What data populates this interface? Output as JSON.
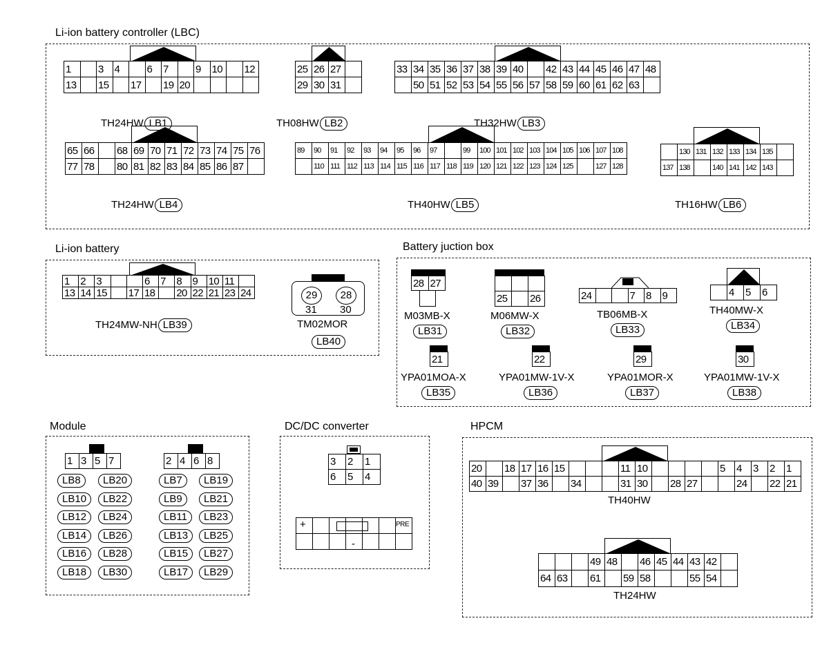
{
  "sections": {
    "lbc": "Li-ion battery controller (LBC)",
    "liion": "Li-ion battery",
    "bjb": "Battery juction box",
    "module": "Module",
    "dcdc": "DC/DC converter",
    "hpcm": "HPCM"
  },
  "connectors": {
    "lb1": {
      "name": "TH24HW",
      "tag": "LB1",
      "rows": [
        [
          "1",
          "",
          "3",
          "4",
          "",
          "6",
          "7",
          "",
          "9",
          "10",
          "",
          "12"
        ],
        [
          "13",
          "",
          "15",
          "",
          "17",
          "",
          "19",
          "20",
          "",
          "",
          "",
          ""
        ]
      ]
    },
    "lb2": {
      "name": "TH08HW",
      "tag": "LB2",
      "rows": [
        [
          "25",
          "26",
          "27",
          ""
        ],
        [
          "29",
          "30",
          "31",
          ""
        ]
      ]
    },
    "lb3": {
      "name": "TH32HW",
      "tag": "LB3",
      "rows": [
        [
          "33",
          "34",
          "35",
          "36",
          "37",
          "38",
          "39",
          "40",
          "",
          "42",
          "43",
          "44",
          "45",
          "46",
          "47",
          "48"
        ],
        [
          "",
          "50",
          "51",
          "52",
          "53",
          "54",
          "55",
          "56",
          "57",
          "58",
          "59",
          "60",
          "61",
          "62",
          "63",
          ""
        ]
      ]
    },
    "lb4": {
      "name": "TH24HW",
      "tag": "LB4",
      "rows": [
        [
          "65",
          "66",
          "",
          "68",
          "69",
          "70",
          "71",
          "72",
          "73",
          "74",
          "75",
          "76"
        ],
        [
          "77",
          "78",
          "",
          "80",
          "81",
          "82",
          "83",
          "84",
          "85",
          "86",
          "87",
          ""
        ]
      ]
    },
    "lb5": {
      "name": "TH40HW",
      "tag": "LB5",
      "rows": [
        [
          "89",
          "90",
          "91",
          "92",
          "93",
          "94",
          "95",
          "96",
          "97",
          "",
          "99",
          "100",
          "101",
          "102",
          "103",
          "104",
          "105",
          "106",
          "107",
          "108"
        ],
        [
          "",
          "110",
          "111",
          "112",
          "113",
          "114",
          "115",
          "116",
          "117",
          "118",
          "119",
          "120",
          "121",
          "122",
          "123",
          "124",
          "125",
          "",
          "127",
          "128"
        ]
      ]
    },
    "lb6": {
      "name": "TH16HW",
      "tag": "LB6",
      "rows": [
        [
          "",
          "130",
          "131",
          "132",
          "133",
          "134",
          "135",
          ""
        ],
        [
          "137",
          "138",
          "",
          "140",
          "141",
          "142",
          "143",
          ""
        ]
      ]
    },
    "lb39": {
      "name": "TH24MW-NH",
      "tag": "LB39",
      "rows": [
        [
          "1",
          "2",
          "3",
          "",
          "",
          "6",
          "7",
          "8",
          "9",
          "10",
          "11",
          ""
        ],
        [
          "13",
          "14",
          "15",
          "",
          "17",
          "18",
          "",
          "20",
          "22",
          "21",
          "23",
          "24"
        ]
      ]
    },
    "lb40": {
      "name": "TM02MOR",
      "tag": "LB40",
      "terminals": [
        "29",
        "28"
      ],
      "sub": [
        "31",
        "30"
      ]
    },
    "lb31": {
      "name": "M03MB-X",
      "tag": "LB31",
      "rows": [
        [
          "28",
          "27"
        ]
      ]
    },
    "lb32": {
      "name": "M06MW-X",
      "tag": "LB32",
      "rows": [
        [
          "",
          "",
          ""
        ],
        [
          "25",
          "",
          "26"
        ]
      ]
    },
    "lb33": {
      "name": "TB06MB-X",
      "tag": "LB33",
      "rows": [
        [
          "24",
          "",
          "",
          "7",
          "8",
          "9"
        ]
      ]
    },
    "lb34": {
      "name": "TH40MW-X",
      "tag": "LB34",
      "rows": [
        [
          "",
          "4",
          "5",
          "6"
        ]
      ]
    },
    "lb35": {
      "name": "YPA01MOA-X",
      "tag": "LB35",
      "rows": [
        [
          "21"
        ]
      ]
    },
    "lb36": {
      "name": "YPA01MW-1V-X",
      "tag": "LB36",
      "rows": [
        [
          "22"
        ]
      ]
    },
    "lb37": {
      "name": "YPA01MOR-X",
      "tag": "LB37",
      "rows": [
        [
          "29"
        ]
      ]
    },
    "lb38": {
      "name": "YPA01MW-1V-X",
      "tag": "LB38",
      "rows": [
        [
          "30"
        ]
      ]
    },
    "mod_a": {
      "rows": [
        [
          "1",
          "3",
          "5",
          "7"
        ]
      ]
    },
    "mod_b": {
      "rows": [
        [
          "2",
          "4",
          "6",
          "8"
        ]
      ]
    },
    "dcdc_conn": {
      "rows": [
        [
          "3",
          "2",
          "1"
        ],
        [
          "6",
          "5",
          "4"
        ]
      ]
    },
    "hpcm1": {
      "name": "TH40HW",
      "rows": [
        [
          "20",
          "",
          "18",
          "17",
          "16",
          "15",
          "",
          "",
          "",
          "11",
          "10",
          "",
          "",
          "",
          "",
          "5",
          "4",
          "3",
          "2",
          "1"
        ],
        [
          "40",
          "39",
          "",
          "37",
          "36",
          "",
          "34",
          "",
          "",
          "31",
          "30",
          "",
          "28",
          "27",
          "",
          "",
          "24",
          "",
          "22",
          "21"
        ]
      ]
    },
    "hpcm2": {
      "name": "TH24HW",
      "rows": [
        [
          "",
          "",
          "",
          "49",
          "48",
          "",
          "46",
          "45",
          "44",
          "43",
          "42",
          ""
        ],
        [
          "64",
          "63",
          "",
          "61",
          "",
          "59",
          "58",
          "",
          "",
          "55",
          "54",
          ""
        ]
      ]
    }
  },
  "module_tags": {
    "col1": [
      "LB8",
      "LB10",
      "LB12",
      "LB14",
      "LB16",
      "LB18"
    ],
    "col2": [
      "LB20",
      "LB22",
      "LB24",
      "LB26",
      "LB28",
      "LB30"
    ],
    "col3": [
      "LB7",
      "LB9",
      "LB11",
      "LB13",
      "LB15",
      "LB17"
    ],
    "col4": [
      "LB19",
      "LB21",
      "LB23",
      "LB25",
      "LB27",
      "LB29"
    ]
  },
  "dcdc_panel": {
    "plus": "+",
    "minus": "-",
    "pre": "PRE"
  }
}
